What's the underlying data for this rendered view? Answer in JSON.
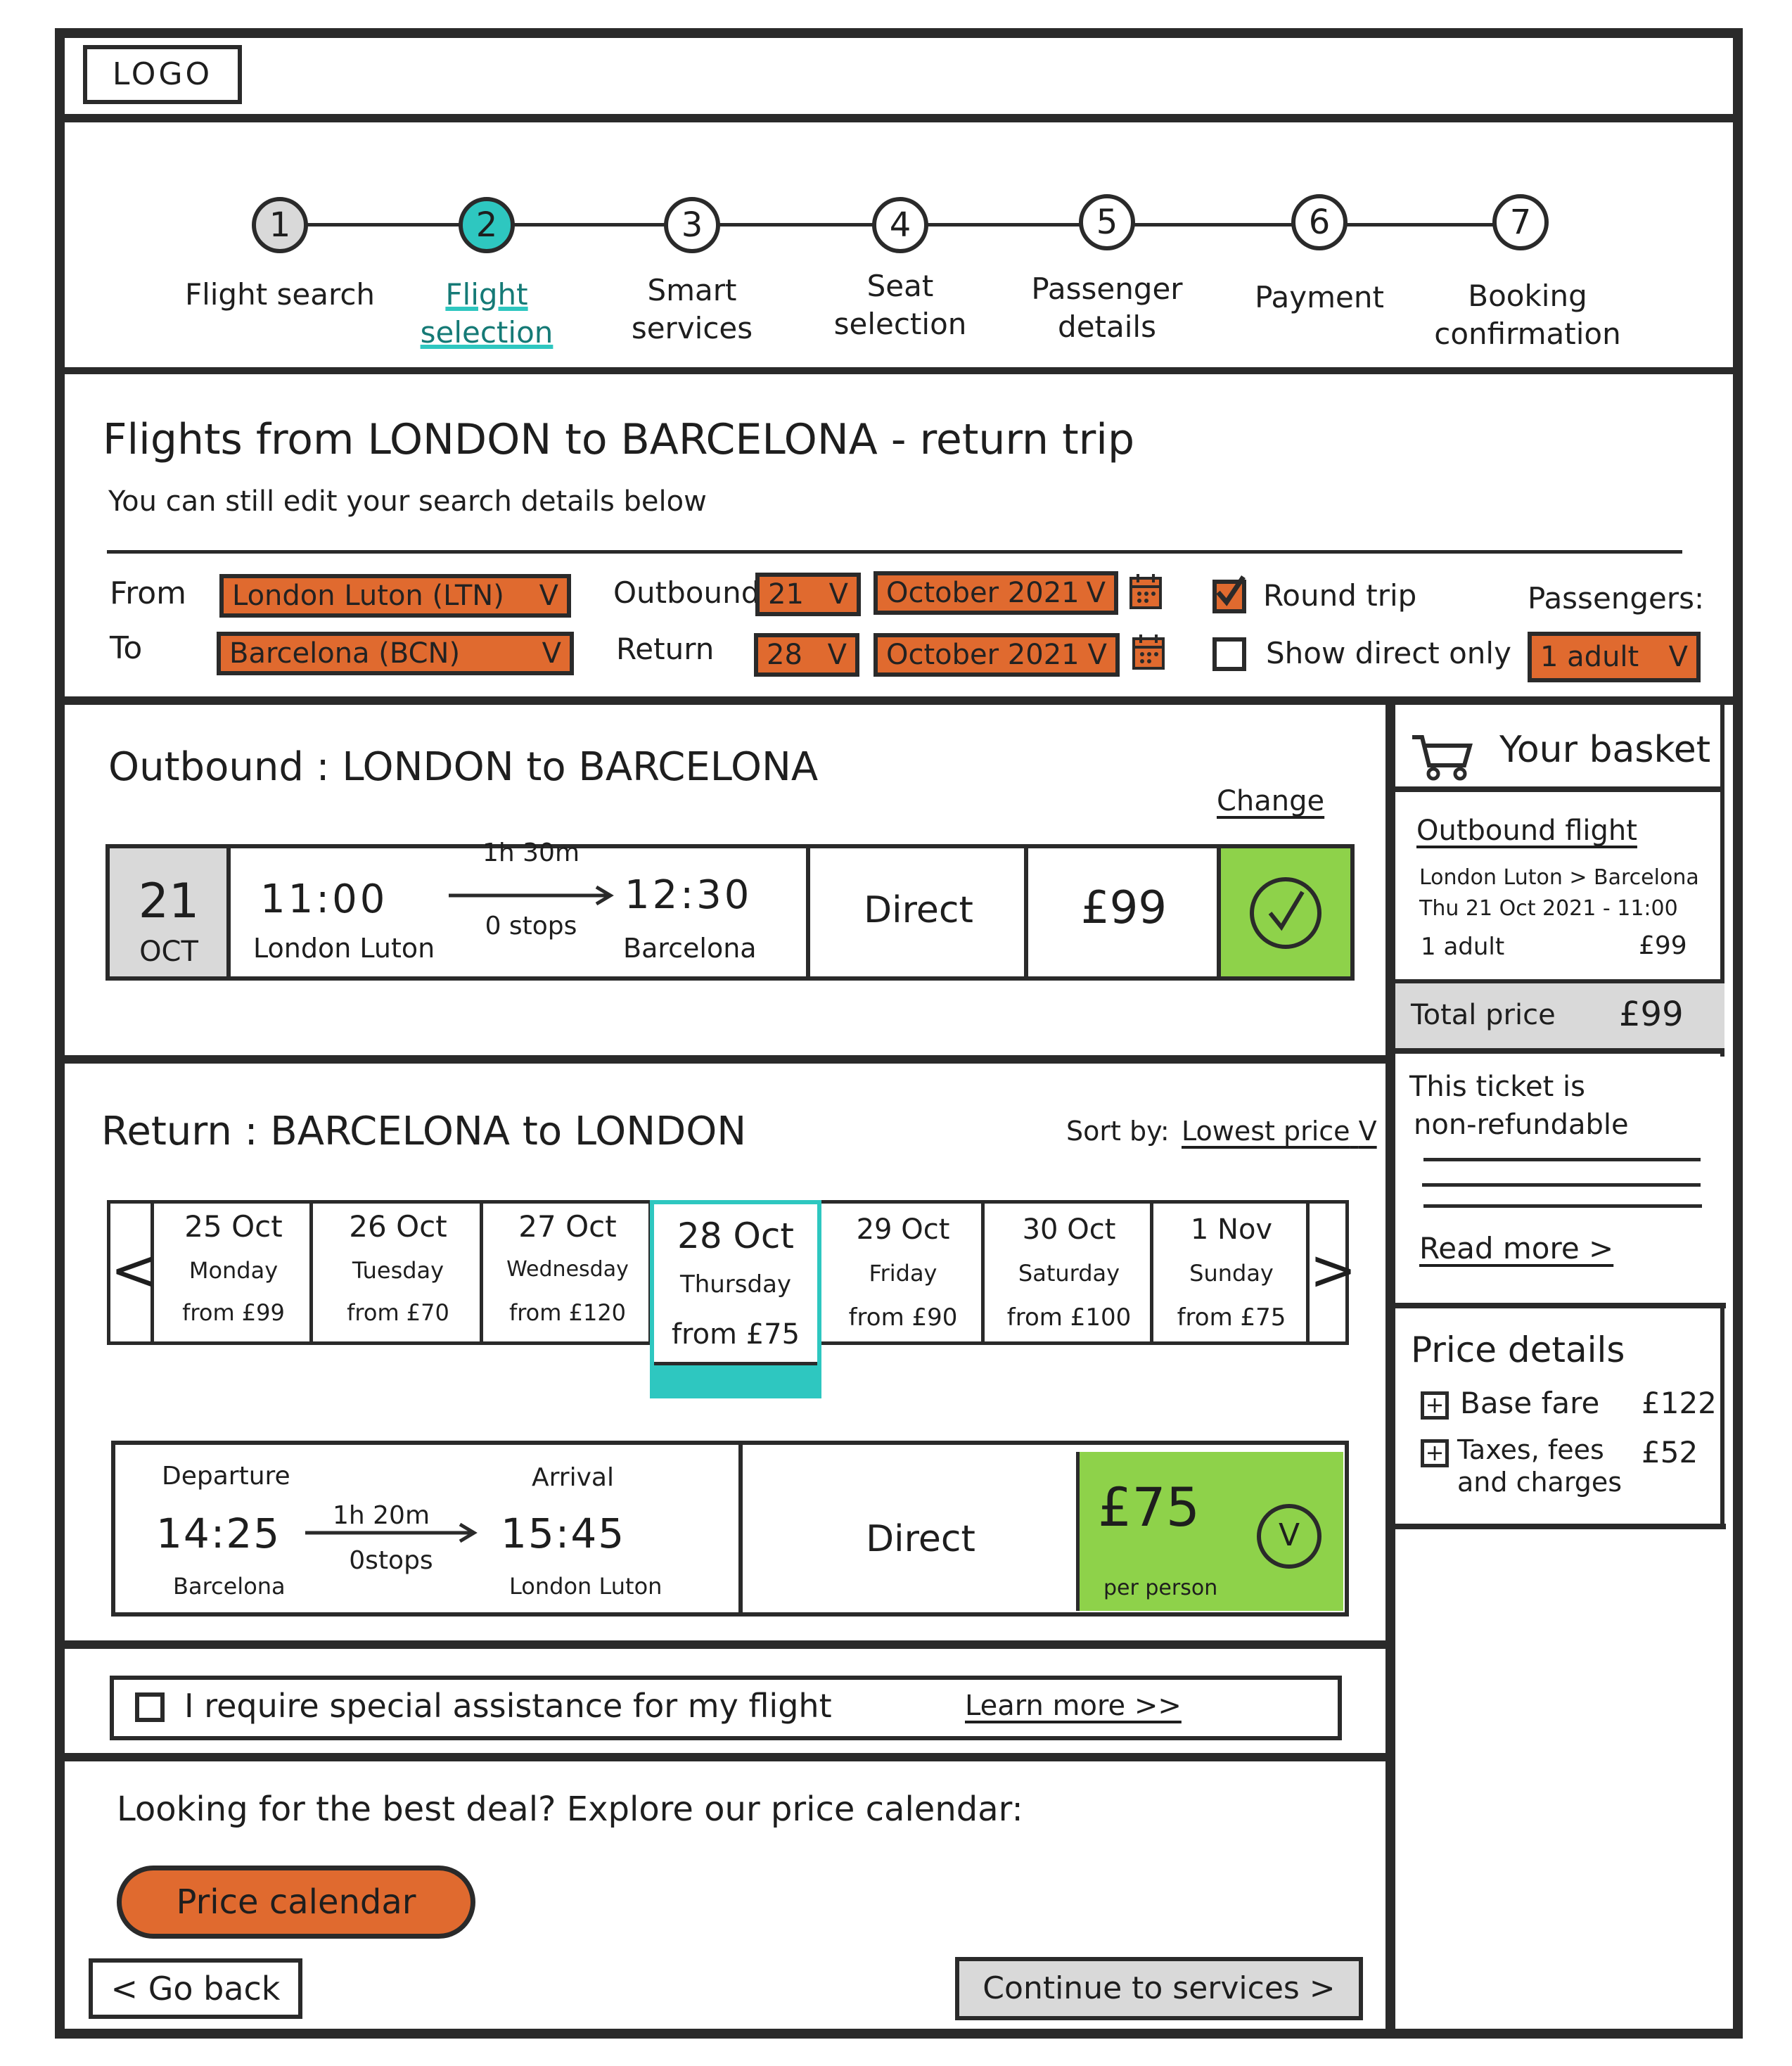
{
  "logo": "LOGO",
  "steps": [
    {
      "num": "1",
      "label": "Flight search"
    },
    {
      "num": "2",
      "label": "Flight selection"
    },
    {
      "num": "3",
      "label": "Smart services"
    },
    {
      "num": "4",
      "label": "Seat selection"
    },
    {
      "num": "5",
      "label": "Passenger details"
    },
    {
      "num": "6",
      "label": "Payment"
    },
    {
      "num": "7",
      "label": "Booking confirmation"
    }
  ],
  "search": {
    "title": "Flights from LONDON to BARCELONA - return trip",
    "subtitle": "You can still edit your search details below",
    "from_label": "From",
    "from_value": "London Luton (LTN)",
    "to_label": "To",
    "to_value": "Barcelona (BCN)",
    "outbound_label": "Outbound",
    "outbound_day": "21",
    "outbound_month": "October 2021",
    "return_label": "Return",
    "return_day": "28",
    "return_month": "October 2021",
    "round_trip_label": "Round trip",
    "direct_only_label": "Show direct only",
    "passengers_label": "Passengers:",
    "passengers_value": "1 adult",
    "chevron": "V"
  },
  "outbound": {
    "title": "Outbound : LONDON to BARCELONA",
    "change_label": "Change",
    "date_day": "21",
    "date_month": "OCT",
    "depart_time": "11:00",
    "depart_place": "London Luton",
    "duration": "1h 30m",
    "stops": "0 stops",
    "arrive_time": "12:30",
    "arrive_place": "Barcelona",
    "type": "Direct",
    "price": "£99"
  },
  "return": {
    "title": "Return : BARCELONA to LONDON",
    "sort_label": "Sort by:",
    "sort_value": "Lowest price",
    "sort_chevron": "V",
    "prev": "<",
    "next": ">",
    "dates": [
      {
        "date": "25 Oct",
        "day": "Monday",
        "price": "from £99"
      },
      {
        "date": "26 Oct",
        "day": "Tuesday",
        "price": "from £70"
      },
      {
        "date": "27 Oct",
        "day": "Wednesday",
        "price": "from £120"
      },
      {
        "date": "28 Oct",
        "day": "Thursday",
        "price": "from £75"
      },
      {
        "date": "29 Oct",
        "day": "Friday",
        "price": "from £90"
      },
      {
        "date": "30 Oct",
        "day": "Saturday",
        "price": "from £100"
      },
      {
        "date": "1 Nov",
        "day": "Sunday",
        "price": "from £75"
      }
    ],
    "departure_label": "Departure",
    "arrival_label": "Arrival",
    "depart_time": "14:25",
    "depart_place": "Barcelona",
    "duration": "1h 20m",
    "stops": "0stops",
    "arrive_time": "15:45",
    "arrive_place": "London Luton",
    "type": "Direct",
    "price": "£75",
    "price_note": "per person",
    "select_mark": "V"
  },
  "assistance": {
    "label": "I require special assistance for my flight",
    "link": "Learn more >>"
  },
  "deal": {
    "text": "Looking for the best deal? Explore our price calendar:",
    "button": "Price calendar"
  },
  "nav": {
    "back": "< Go back",
    "continue": "Continue to services >"
  },
  "basket": {
    "title": "Your basket",
    "flight_title": "Outbound flight",
    "route": "London Luton > Barcelona",
    "datetime": "Thu 21 Oct 2021 - 11:00",
    "pax": "1 adult",
    "pax_price": "£99",
    "total_label": "Total price",
    "total_value": "£99",
    "ticket_line1": "This ticket is",
    "ticket_line2": "non-refundable",
    "read_more": "Read more >"
  },
  "price_details": {
    "title": "Price details",
    "items": [
      {
        "label": "Base fare",
        "value": "£122"
      },
      {
        "label": "Taxes, fees and charges",
        "value": "£52"
      }
    ],
    "plus": "+"
  },
  "colors": {
    "accent_orange": "#e06a2f",
    "selected_green": "#8ed24a",
    "active_teal": "#2ec7c0",
    "muted_grey": "#d9d9d9"
  }
}
